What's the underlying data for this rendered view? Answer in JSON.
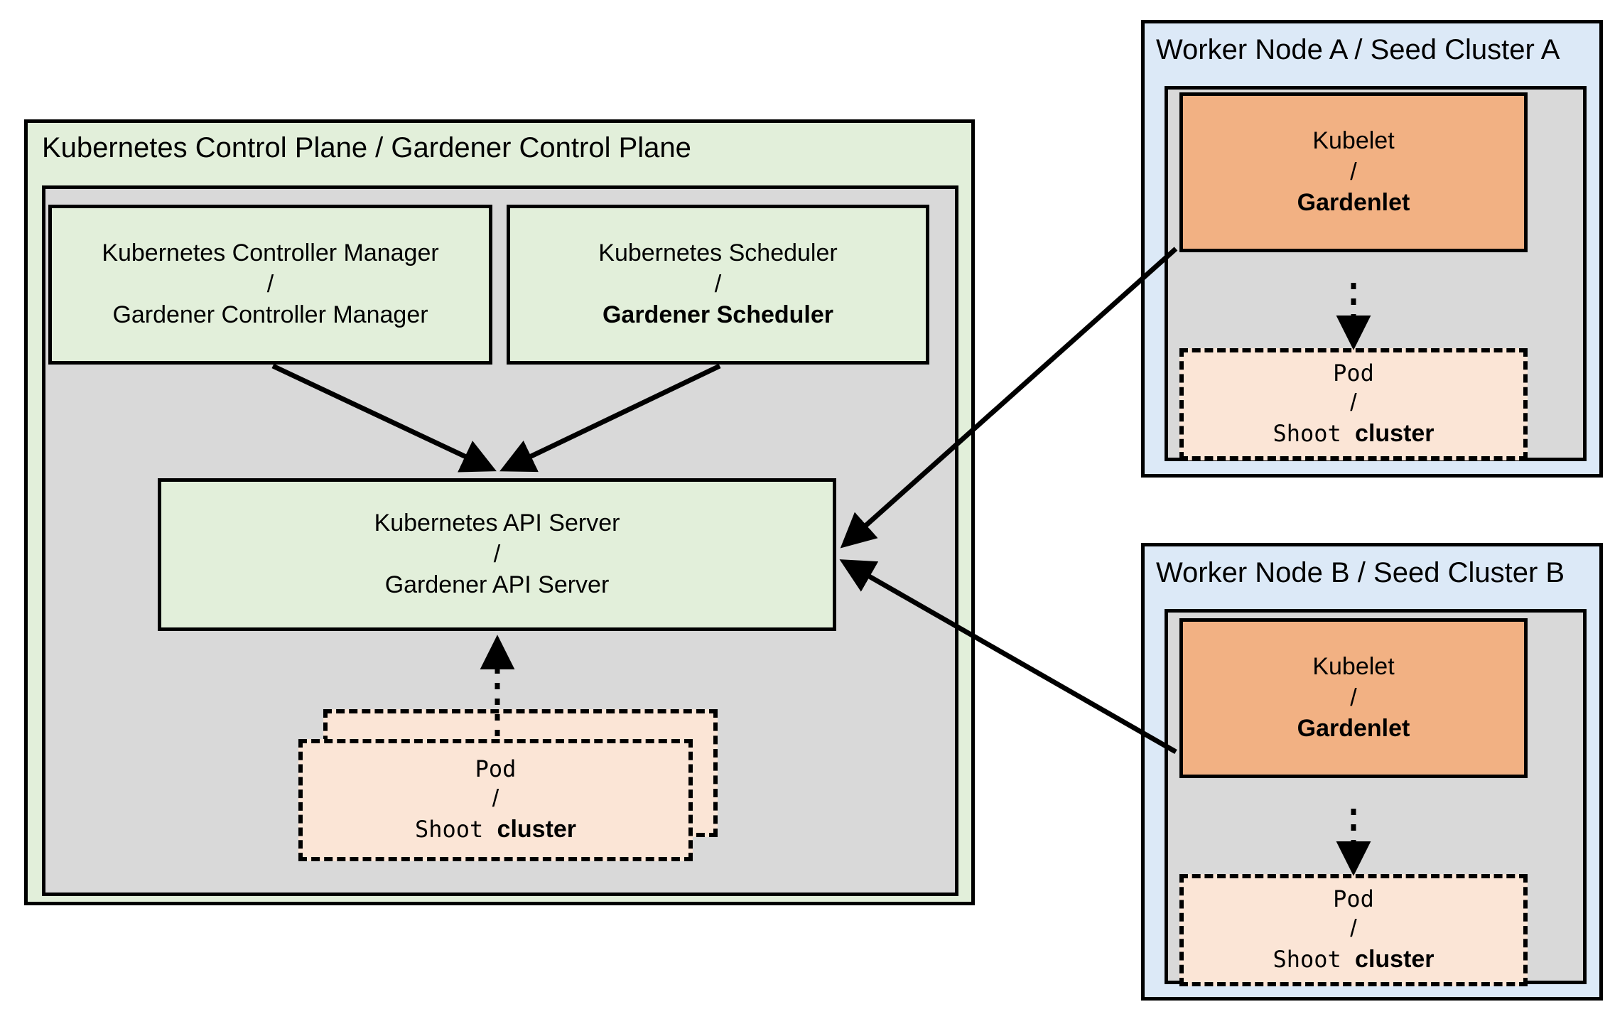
{
  "diagram": {
    "title_hidden": "Gardener architecture: control plane and seed clusters",
    "colors": {
      "green_fill": "#E2EFDA",
      "blue_fill": "#DCE9F7",
      "gray_fill": "#D9D9D9",
      "orange_fill": "#F2B183",
      "pod_fill": "#FBE5D6",
      "stroke": "#000000"
    },
    "control_plane": {
      "title": "Kubernetes Control Plane / Gardener Control Plane",
      "controller_manager": {
        "line1": "Kubernetes Controller Manager",
        "separator": "/",
        "line2": "Gardener Controller Manager"
      },
      "scheduler": {
        "line1": "Kubernetes Scheduler",
        "separator": "/",
        "line2": "Gardener Scheduler"
      },
      "api_server": {
        "line1": "Kubernetes API Server",
        "separator": "/",
        "line2": "Gardener API Server"
      },
      "pod": {
        "line1": "Pod",
        "separator": "/",
        "line2_mono": "Shoot",
        "line2_bold": "cluster"
      }
    },
    "worker_a": {
      "title": "Worker Node A / Seed Cluster A",
      "kubelet": {
        "line1": "Kubelet",
        "separator": "/",
        "line2": "Gardenlet"
      },
      "pod": {
        "line1": "Pod",
        "separator": "/",
        "line2_mono": "Shoot",
        "line2_bold": "cluster"
      }
    },
    "worker_b": {
      "title": "Worker Node B / Seed Cluster B",
      "kubelet": {
        "line1": "Kubelet",
        "separator": "/",
        "line2": "Gardenlet"
      },
      "pod": {
        "line1": "Pod",
        "separator": "/",
        "line2_mono": "Shoot",
        "line2_bold": "cluster"
      }
    }
  }
}
